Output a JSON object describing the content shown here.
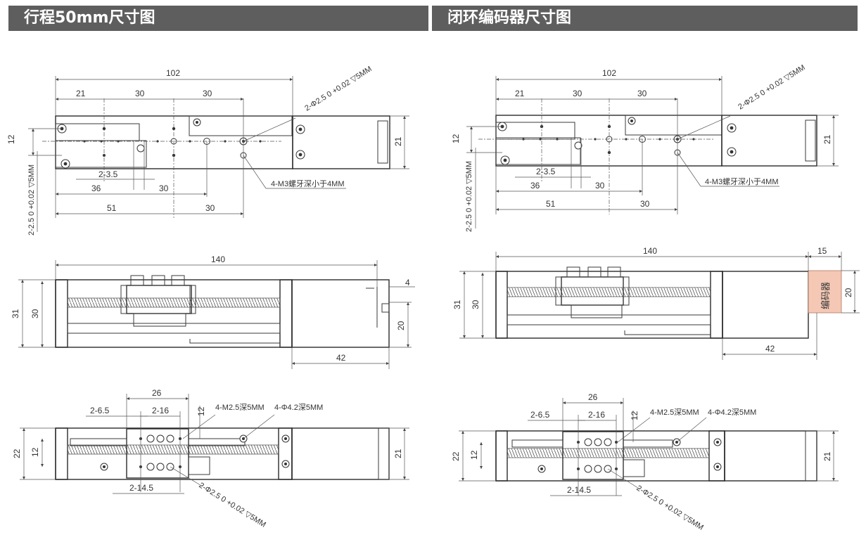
{
  "headers": {
    "left": "行程50mm尺寸图",
    "right": "闭环编码器尺寸图"
  },
  "top_view": {
    "overall": "102",
    "seg1": "21",
    "seg2": "30",
    "seg3": "30",
    "height_12": "12",
    "height_21": "21",
    "hole_tol": "2-Φ2.5 0 +0.02 ▽5MM",
    "hole_tol_left": "2-2.5 0 +0.02 ▽5MM",
    "thread": "4-M3螺牙深小于4MM",
    "d_2_3_5": "2-3.5",
    "d_36": "36",
    "d_30a": "30",
    "d_51": "51",
    "d_30b": "30"
  },
  "side_view": {
    "overall": "140",
    "h31": "31",
    "h30": "30",
    "h20": "20",
    "d4": "4",
    "d42": "42",
    "d15": "15",
    "encoder": "编码器"
  },
  "bottom_view": {
    "d26": "26",
    "d2_6_5": "2-6.5",
    "d2_16": "2-16",
    "d12": "12",
    "m25": "4-M2.5深5MM",
    "phi42": "4-Φ4.2深5MM",
    "d22": "22",
    "d12b": "12",
    "d21": "21",
    "d2_14_5": "2-14.5",
    "hole_tol": "2-Φ2.5 0 +0.02 ▽5MM"
  }
}
